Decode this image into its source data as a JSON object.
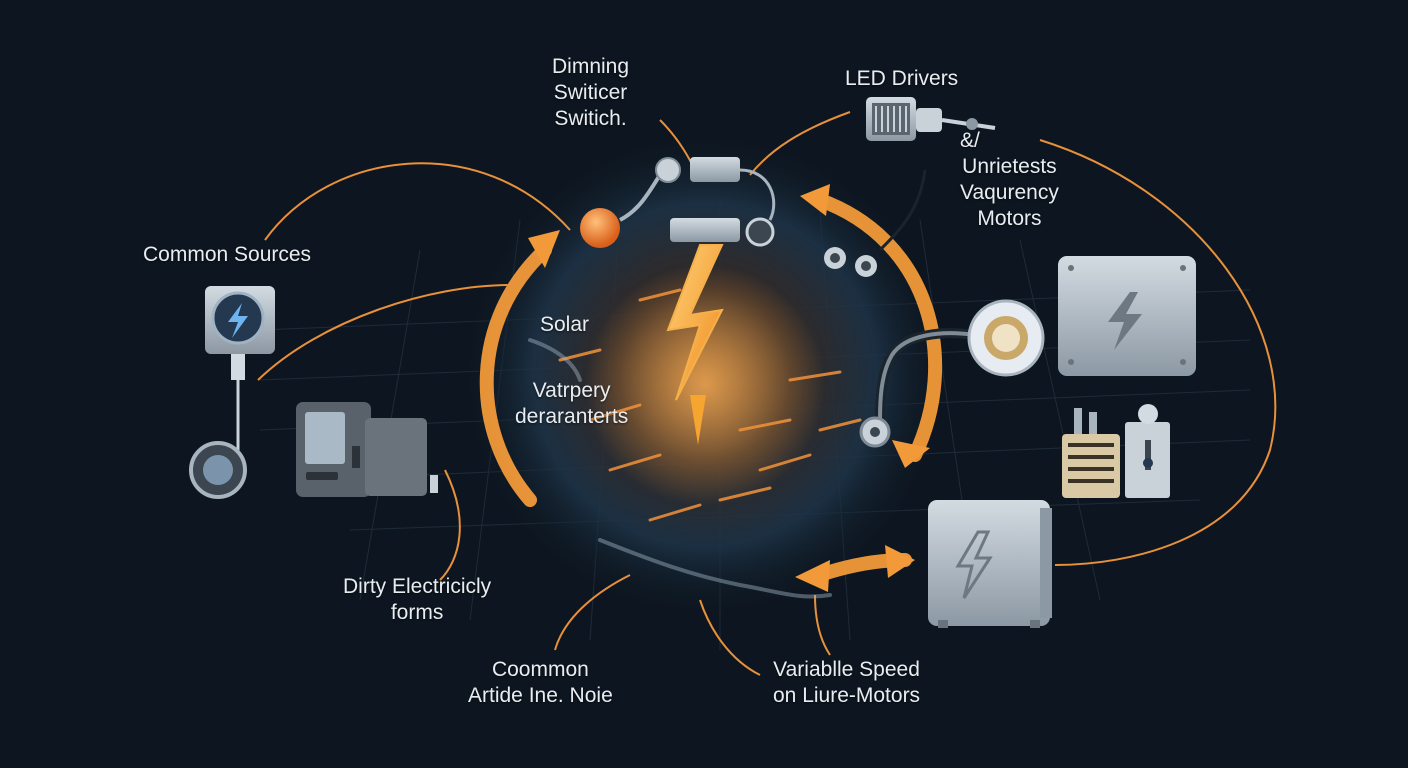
{
  "colors": {
    "background": "#0d1620",
    "accent_orange": "#f29a3a",
    "bolt": "#f7a531",
    "device_gray": "#b9c3cc",
    "device_blue": "#5b8fc9",
    "label_text": "#e9edf1"
  },
  "labels": {
    "dimming_switch": [
      "Dimning",
      "Switicer",
      "Switich."
    ],
    "led_drivers": [
      "LED Drivers"
    ],
    "motors_top": [
      "&/",
      "Unrietests",
      "Vaqurency",
      "Motors"
    ],
    "common_sources": [
      "Common Sources"
    ],
    "solar": [
      "Solar"
    ],
    "center_variants": [
      "Vatrpery",
      "deraranterts"
    ],
    "dirty_electricity": [
      "Dirty Electricicly",
      "forms"
    ],
    "common_noise": [
      "Coommon",
      "Artide Ine. Noie"
    ],
    "variable_speed": [
      "Variablle Speed",
      "on Liure-Motors"
    ]
  },
  "icons": [
    "orange-node-icon",
    "dimmer-switch-icon",
    "led-driver-icon",
    "motor-fan-icon",
    "power-outlet-icon",
    "meter-device-icon",
    "coil-plug-icon",
    "gauge-dial-icon",
    "electrical-cabinet-icon",
    "heater-coil-icon",
    "power-box-icon",
    "lightning-bolt-icon"
  ]
}
